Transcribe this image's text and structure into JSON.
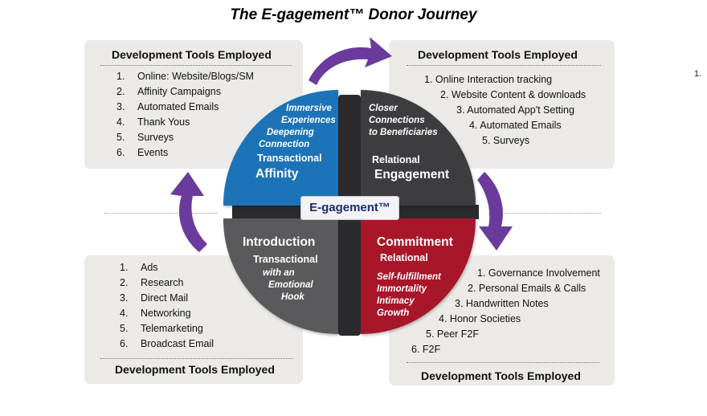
{
  "title": "The E-gagement™ Donor Journey",
  "center_label": "E-gagement™",
  "stray_mark": "1.",
  "panels": {
    "top_left": {
      "heading": "Development Tools Employed",
      "items": [
        {
          "num": "1.",
          "text": "Online: Website/Blogs/SM"
        },
        {
          "num": "2.",
          "text": "Affinity Campaigns"
        },
        {
          "num": "3.",
          "text": "Automated Emails"
        },
        {
          "num": "4.",
          "text": "Thank Yous"
        },
        {
          "num": "5.",
          "text": "Surveys"
        },
        {
          "num": "6.",
          "text": "Events"
        }
      ]
    },
    "top_right": {
      "heading": "Development Tools Employed",
      "items": [
        {
          "num": "1.",
          "text": "Online Interaction tracking"
        },
        {
          "num": "2.",
          "text": "Website Content & downloads"
        },
        {
          "num": "3.",
          "text": "Automated App't Setting"
        },
        {
          "num": "4.",
          "text": "Automated Emails"
        },
        {
          "num": "5.",
          "text": "Surveys"
        }
      ]
    },
    "bottom_left": {
      "heading": "Development Tools Employed",
      "items": [
        {
          "num": "1.",
          "text": "Ads"
        },
        {
          "num": "2.",
          "text": "Research"
        },
        {
          "num": "3.",
          "text": "Direct Mail"
        },
        {
          "num": "4.",
          "text": "Networking"
        },
        {
          "num": "5.",
          "text": "Telemarketing"
        },
        {
          "num": "6.",
          "text": "Broadcast Email"
        }
      ]
    },
    "bottom_right": {
      "heading": "Development Tools Employed",
      "items": [
        {
          "num": "1.",
          "text": "Governance Involvement"
        },
        {
          "num": "2.",
          "text": "Personal Emails & Calls"
        },
        {
          "num": "3.",
          "text": "Handwritten Notes"
        },
        {
          "num": "4.",
          "text": "Honor Societies"
        },
        {
          "num": "5.",
          "text": "Peer F2F"
        },
        {
          "num": "6.",
          "text": "F2F"
        }
      ]
    }
  },
  "quadrants": {
    "affinity": {
      "color": "#1f73b7",
      "italic_lines": [
        "Immersive",
        "Experiences",
        "Deepening",
        "Connection"
      ],
      "sub": "Transactional",
      "title": "Affinity"
    },
    "engagement": {
      "color": "#3e3e40",
      "italic_lines": [
        "Closer",
        "Connections",
        "to Beneficiaries"
      ],
      "sub": "Relational",
      "title": "Engagement"
    },
    "introduction": {
      "color": "#5a5a5c",
      "title": "Introduction",
      "sub": "Transactional",
      "italic_lines": [
        "with an",
        "Emotional",
        "Hook"
      ]
    },
    "commitment": {
      "color": "#a8182a",
      "title": "Commitment",
      "sub": "Relational",
      "italic_lines": [
        "Self-fulfillment",
        "Immortality",
        "Intimacy",
        "Growth"
      ]
    }
  },
  "colors": {
    "arrow": "#6a3b9c",
    "panel": "#ebeae6",
    "hub": "#2b2b2d"
  }
}
